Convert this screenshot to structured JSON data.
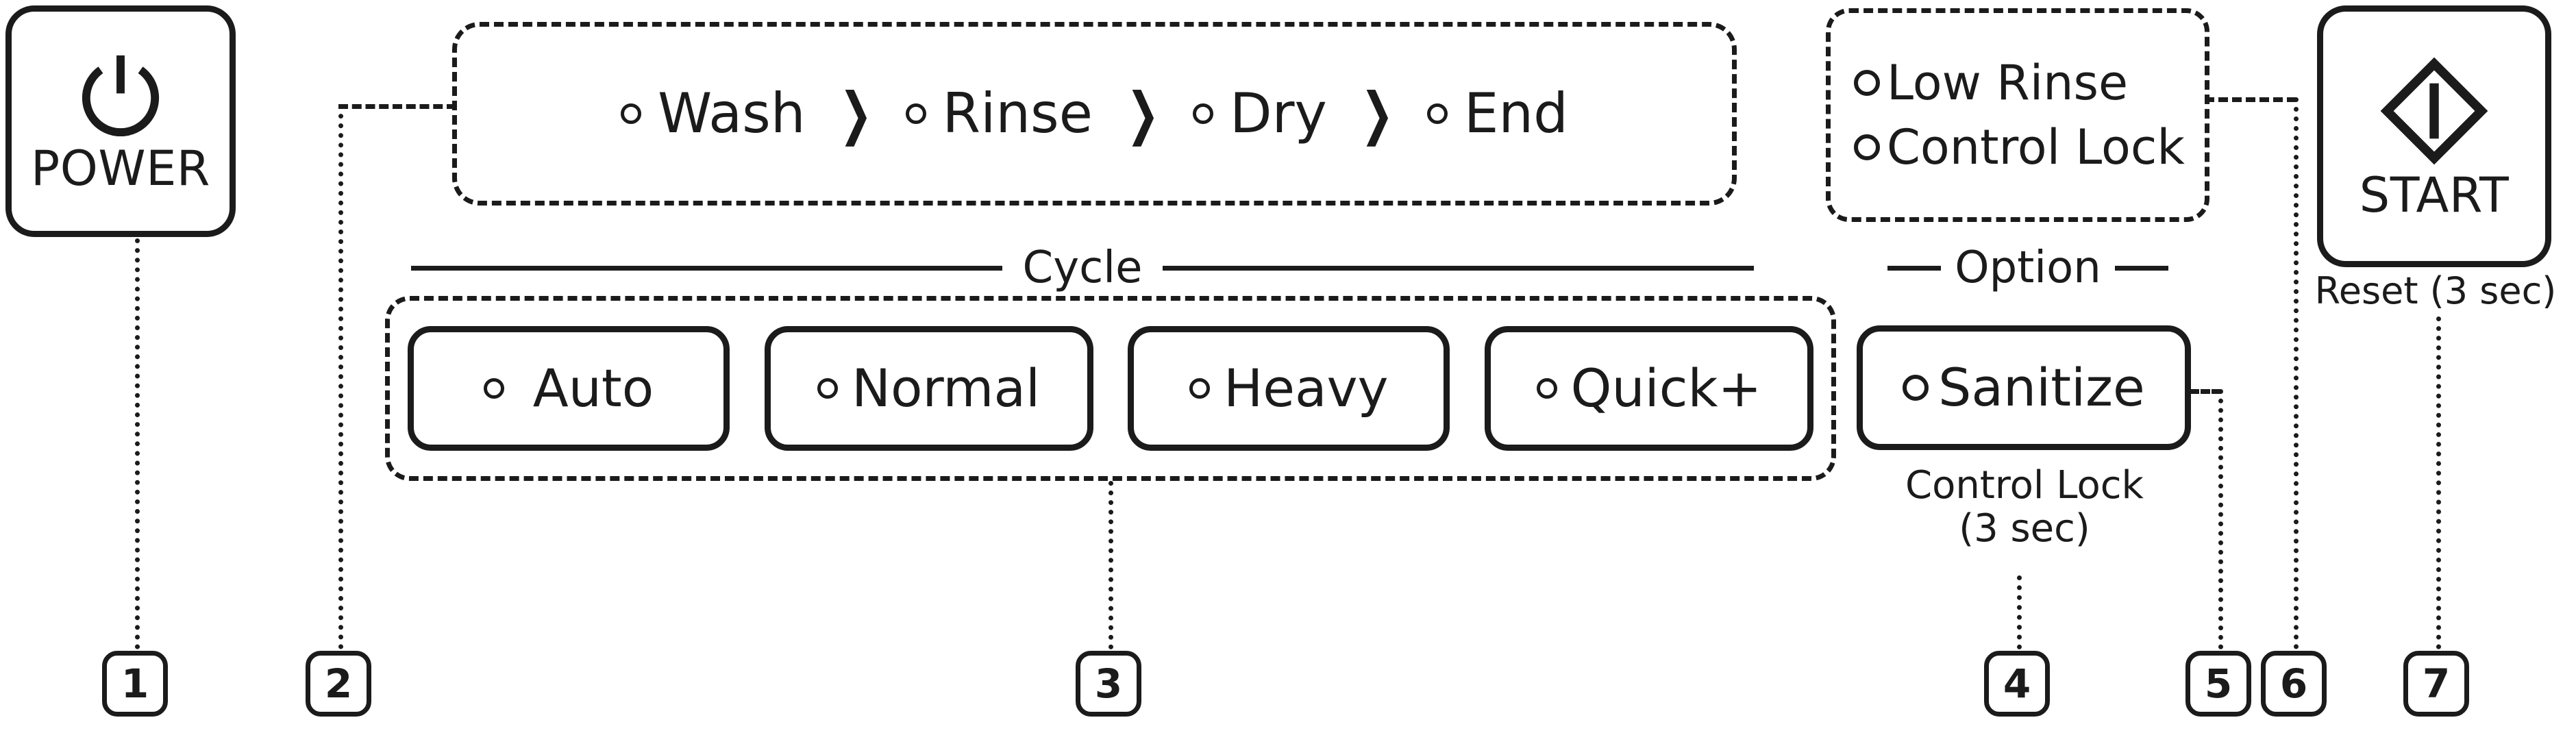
{
  "power": {
    "label": "POWER",
    "icon": "power-icon"
  },
  "progress": {
    "steps": [
      {
        "label": "Wash",
        "indicator": "led-indicator"
      },
      {
        "label": "Rinse",
        "indicator": "led-indicator"
      },
      {
        "label": "Dry",
        "indicator": "led-indicator"
      },
      {
        "label": "End",
        "indicator": "led-indicator"
      }
    ],
    "separator": "❯"
  },
  "cycle": {
    "heading": "Cycle",
    "buttons": [
      {
        "label": "Auto",
        "indicator": "led-indicator"
      },
      {
        "label": "Normal",
        "indicator": "led-indicator"
      },
      {
        "label": "Heavy",
        "indicator": "led-indicator"
      },
      {
        "label": "Quick+",
        "indicator": "led-indicator"
      }
    ]
  },
  "option": {
    "heading": "Option",
    "indicators": [
      {
        "label": "Low Rinse",
        "indicator": "led-indicator"
      },
      {
        "label": "Control Lock",
        "indicator": "led-indicator"
      }
    ],
    "button": {
      "label": "Sanitize",
      "indicator": "led-indicator"
    },
    "caption_line1": "Control Lock",
    "caption_line2": "(3 sec)"
  },
  "start": {
    "label": "START",
    "icon": "start-diamond-icon",
    "caption": "Reset (3 sec)"
  },
  "callouts": [
    {
      "number": "1"
    },
    {
      "number": "2"
    },
    {
      "number": "3"
    },
    {
      "number": "4"
    },
    {
      "number": "5"
    },
    {
      "number": "6"
    },
    {
      "number": "7"
    }
  ],
  "colors": {
    "ink": "#1b1b1b",
    "background": "#ffffff"
  }
}
